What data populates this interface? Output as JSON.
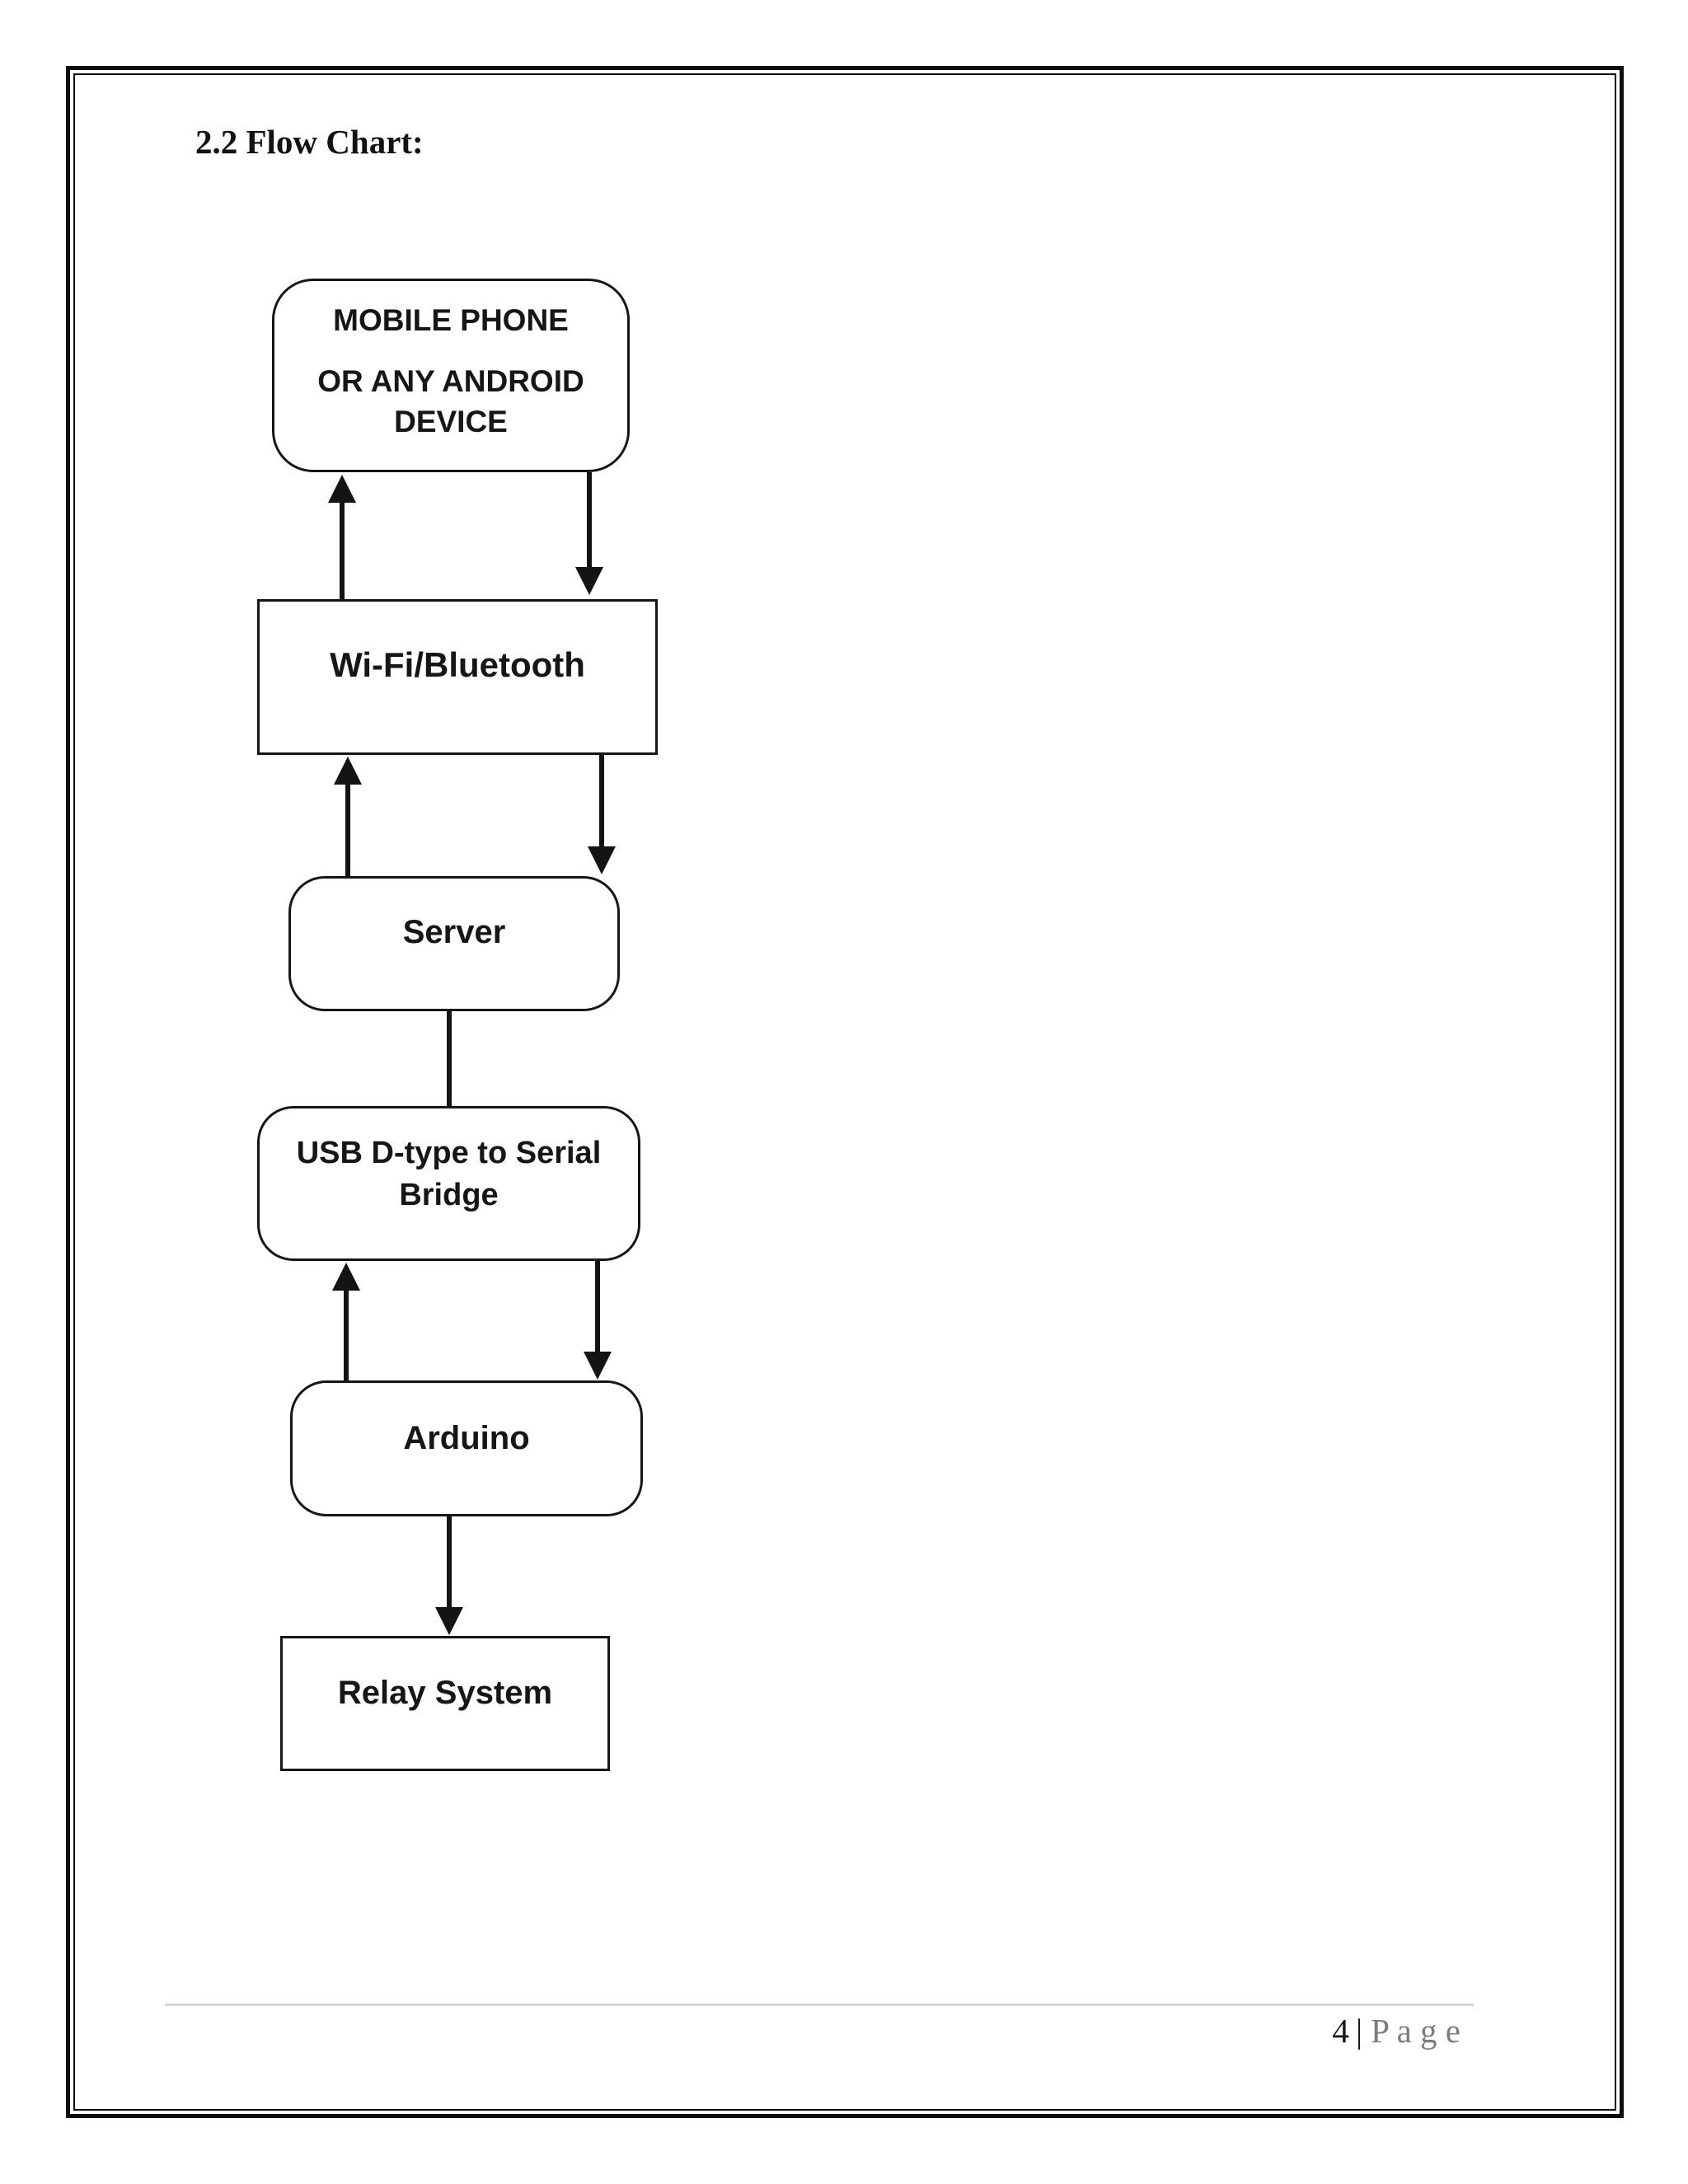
{
  "document": {
    "heading": "2.2 Flow Chart:",
    "footer": {
      "page_number": "4",
      "separator": "|",
      "page_label": "P a g e"
    }
  },
  "flowchart": {
    "nodes": {
      "mobile": {
        "line1": "MOBILE PHONE",
        "line2": "OR ANY ANDROID DEVICE",
        "shape": "rounded"
      },
      "wifi": {
        "label": "Wi-Fi/Bluetooth",
        "shape": "rectangle"
      },
      "server": {
        "label": "Server",
        "shape": "rounded"
      },
      "usb": {
        "label": "USB D-type to Serial Bridge",
        "shape": "rounded"
      },
      "arduino": {
        "label": "Arduino",
        "shape": "rounded"
      },
      "relay": {
        "label": "Relay System",
        "shape": "rectangle"
      }
    },
    "edges": [
      {
        "from": "mobile",
        "to": "wifi",
        "direction": "bidirectional"
      },
      {
        "from": "wifi",
        "to": "server",
        "direction": "bidirectional"
      },
      {
        "from": "server",
        "to": "usb",
        "direction": "plain-line"
      },
      {
        "from": "usb",
        "to": "arduino",
        "direction": "bidirectional"
      },
      {
        "from": "arduino",
        "to": "relay",
        "direction": "down"
      }
    ]
  },
  "colors": {
    "ink": "#141414",
    "footer_text_gray": "#7d7d7d",
    "footer_rule_gray": "#d6d6d6"
  }
}
